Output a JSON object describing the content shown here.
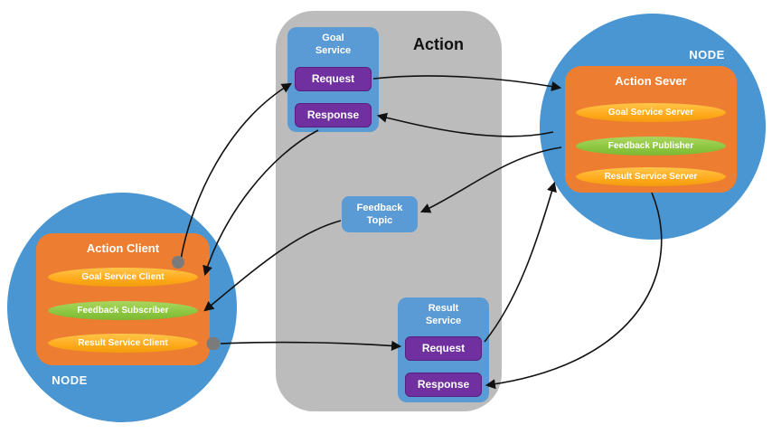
{
  "colors": {
    "panel_gray": "#bcbcbc",
    "node_blue": "#4a96d2",
    "service_blue": "#5b9bd5",
    "button_purple": "#7030a0",
    "box_orange": "#ed7d31",
    "pill_orange": "#ffa91c",
    "pill_green": "#8cc63f",
    "arrow_black": "#111111",
    "dot_gray": "#7b7b7b"
  },
  "action_panel": {
    "title": "Action"
  },
  "goal_service": {
    "title": "Goal Service",
    "request_label": "Request",
    "response_label": "Response"
  },
  "feedback_topic": {
    "title": "Feedback Topic"
  },
  "result_service": {
    "title": "Result Service",
    "request_label": "Request",
    "response_label": "Response"
  },
  "server_node": {
    "label": "NODE",
    "box_title": "Action Sever",
    "pills": [
      {
        "label": "Goal Service Server",
        "color": "orange"
      },
      {
        "label": "Feedback Publisher",
        "color": "green"
      },
      {
        "label": "Result Service Server",
        "color": "orange"
      }
    ]
  },
  "client_node": {
    "label": "NODE",
    "box_title": "Action Client",
    "pills": [
      {
        "label": "Goal Service Client",
        "color": "orange"
      },
      {
        "label": "Feedback Subscriber",
        "color": "green"
      },
      {
        "label": "Result Service Client",
        "color": "orange"
      }
    ]
  }
}
